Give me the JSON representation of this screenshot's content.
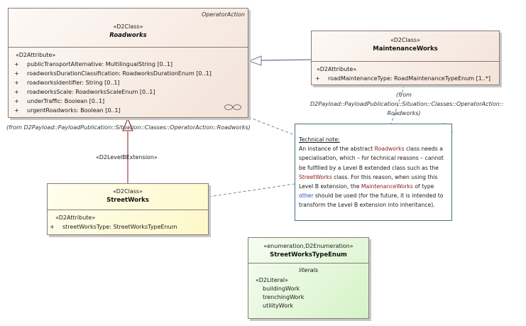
{
  "diagram": {
    "classes": {
      "roadworks": {
        "package_tag": "OperatorAction",
        "stereotype": "«D2Class»",
        "name": "Roadworks",
        "is_abstract": true,
        "attribute_stereotype": "«D2Attribute»",
        "attributes": [
          {
            "visibility": "+",
            "text": "publicTransportAlternative: MultilingualString [0..1]"
          },
          {
            "visibility": "+",
            "text": "roadworksDurationClassification: RoadworksDurationEnum [0..1]"
          },
          {
            "visibility": "+",
            "text": "roadworksIdentifier: String [0..1]"
          },
          {
            "visibility": "+",
            "text": "roadworksScale: RoadworksScaleEnum [0..1]"
          },
          {
            "visibility": "+",
            "text": "underTraffic: Boolean [0..1]"
          },
          {
            "visibility": "+",
            "text": "urgentRoadworks: Boolean [0..1]"
          }
        ],
        "from": "(from D2Payload::PayloadPublication::Situation::Classes::OperatorAction::Roadworks)"
      },
      "maintenance_works": {
        "stereotype": "«D2Class»",
        "name": "MaintenanceWorks",
        "attribute_stereotype": "«D2Attribute»",
        "attributes": [
          {
            "visibility": "+",
            "text": "roadMaintenanceType: RoadMaintenanceTypeEnum [1..*]"
          }
        ],
        "from_line1": "(from D2Payload::PayloadPublication::Situation::Classes::OperatorAction::",
        "from_line2": "Roadworks)"
      },
      "street_works": {
        "stereotype": "«D2Class»",
        "name": "StreetWorks",
        "attribute_stereotype": "«D2Attribute»",
        "attributes": [
          {
            "visibility": "+",
            "text": "streetWorksType: StreetWorksTypeEnum"
          }
        ]
      },
      "street_works_type_enum": {
        "stereotype": "«enumeration,D2Enumeration»",
        "name": "StreetWorksTypeEnum",
        "section_label": "literals",
        "literal_stereotype": "«D2Literal»",
        "literals": [
          "buildingWork",
          "trenchingWork",
          "utilityWork"
        ]
      }
    },
    "connectors": {
      "level_b_extension_label": "«D2LevelBExtension»"
    },
    "note": {
      "title": "Technical note:",
      "lines": [
        [
          {
            "t": "An instance of the abstract "
          },
          {
            "t": "Roadworks",
            "c": "dr"
          },
          {
            "t": " class needs a"
          }
        ],
        [
          {
            "t": "specialisation, which – for technical reasons – cannot"
          }
        ],
        [
          {
            "t": "be fulfilled by a Level B extended class such as the"
          }
        ],
        [
          {
            "t": "StreetWorks",
            "c": "dr"
          },
          {
            "t": " class. For this reason, when using this"
          }
        ],
        [
          {
            "t": "Level B extension, the "
          },
          {
            "t": "MaintenanceWorks",
            "c": "dr"
          },
          {
            "t": " of type"
          }
        ],
        [
          {
            "t": "other",
            "c": "bl"
          },
          {
            "t": " should be used (for the future, it is intended to"
          }
        ],
        [
          {
            "t": "transform the Level B extension into inheritance)."
          }
        ]
      ]
    },
    "colors": {
      "class_border": "#8c7a73",
      "note_border": "#4e6e7e",
      "extension_line": "#8a1a1a",
      "generalization_line": "#6e7a95",
      "note_link": "#6e8e9e",
      "highlight_class_name": "#8a1a1a",
      "highlight_literal": "#2a48d8"
    }
  }
}
